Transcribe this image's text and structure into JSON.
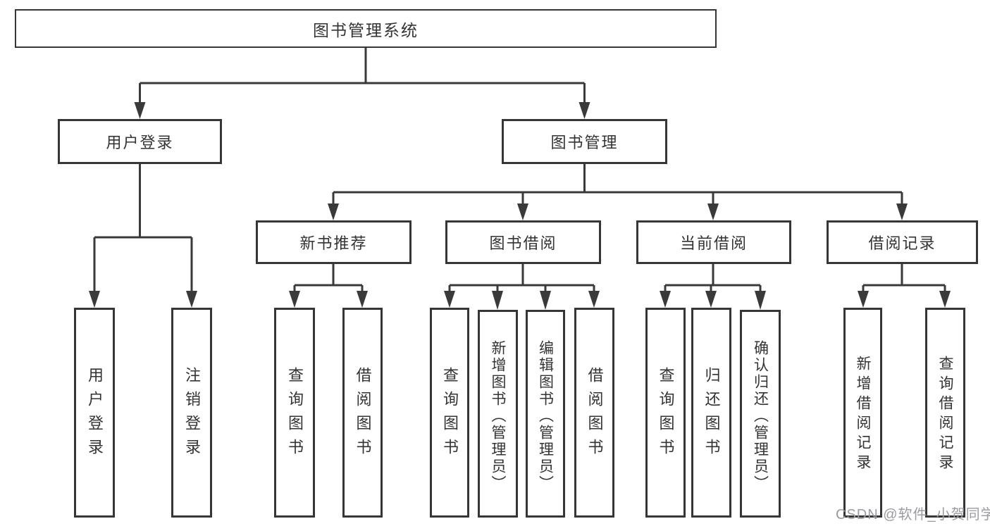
{
  "tree": {
    "root": "图书管理系统",
    "children": [
      {
        "label": "用户登录",
        "children": [
          {
            "label": "用户登录"
          },
          {
            "label": "注销登录"
          }
        ]
      },
      {
        "label": "图书管理",
        "children": [
          {
            "label": "新书推荐",
            "children": [
              {
                "label": "查询图书"
              },
              {
                "label": "借阅图书"
              }
            ]
          },
          {
            "label": "图书借阅",
            "children": [
              {
                "label": "查询图书"
              },
              {
                "label": "新增图书（管理员）"
              },
              {
                "label": "编辑图书（管理员）"
              },
              {
                "label": "借阅图书"
              }
            ]
          },
          {
            "label": "当前借阅",
            "children": [
              {
                "label": "查询图书"
              },
              {
                "label": "归还图书"
              },
              {
                "label": "确认归还（管理员）"
              }
            ]
          },
          {
            "label": "借阅记录",
            "children": [
              {
                "label": "新增借阅记录"
              },
              {
                "label": "查询借阅记录"
              }
            ]
          }
        ]
      }
    ]
  },
  "watermark": "CSDN @软件_小贺同学",
  "colors": {
    "line": "#3a3a3a",
    "border": "#363636",
    "text": "#333333",
    "watermark": "#9b9ba1",
    "background": "#ffffff"
  }
}
